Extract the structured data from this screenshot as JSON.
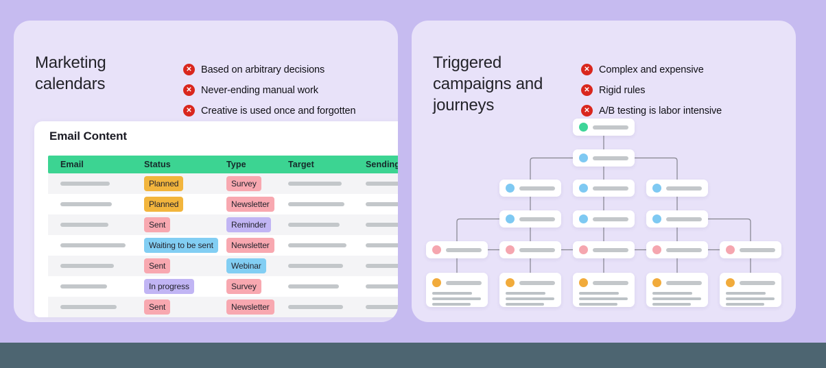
{
  "left_panel": {
    "title": "Marketing calendars",
    "pain_points": [
      "Based on arbitrary decisions",
      "Never-ending manual work",
      "Creative is used once and forgotten"
    ],
    "email_card": {
      "title": "Email Content",
      "columns": [
        "Email",
        "Status",
        "Type",
        "Target",
        "Sending"
      ],
      "rows": [
        {
          "status": "Planned",
          "status_color": "amber",
          "type": "Survey",
          "type_color": "pink"
        },
        {
          "status": "Planned",
          "status_color": "amber",
          "type": "Newsletter",
          "type_color": "pink"
        },
        {
          "status": "Sent",
          "status_color": "pink",
          "type": "Reminder",
          "type_color": "lavender"
        },
        {
          "status": "Waiting to be sent",
          "status_color": "blue",
          "type": "Newsletter",
          "type_color": "pink"
        },
        {
          "status": "Sent",
          "status_color": "pink",
          "type": "Webinar",
          "type_color": "blue"
        },
        {
          "status": "In progress",
          "status_color": "lavender",
          "type": "Survey",
          "type_color": "pink"
        },
        {
          "status": "Sent",
          "status_color": "pink",
          "type": "Newsletter",
          "type_color": "pink"
        }
      ]
    }
  },
  "right_panel": {
    "title": "Triggered campaigns and journeys",
    "pain_points": [
      "Complex and expensive",
      "Rigid rules",
      "A/B testing is labor intensive"
    ],
    "flowchart": {
      "description": "journey tree of placeholder step nodes",
      "levels": [
        {
          "nodes": [
            {
              "dot": "green",
              "col": 2
            }
          ]
        },
        {
          "nodes": [
            {
              "dot": "blue",
              "col": 2
            }
          ]
        },
        {
          "nodes": [
            {
              "dot": "blue",
              "col": 1
            },
            {
              "dot": "blue",
              "col": 2
            },
            {
              "dot": "blue",
              "col": 3
            }
          ]
        },
        {
          "nodes": [
            {
              "dot": "blue",
              "col": 1
            },
            {
              "dot": "blue",
              "col": 2
            },
            {
              "dot": "blue",
              "col": 3
            }
          ]
        },
        {
          "nodes": [
            {
              "dot": "pink",
              "col": 0
            },
            {
              "dot": "pink",
              "col": 1
            },
            {
              "dot": "pink",
              "col": 2
            },
            {
              "dot": "pink",
              "col": 3
            },
            {
              "dot": "pink",
              "col": 4
            }
          ]
        },
        {
          "nodes": [
            {
              "dot": "orange",
              "col": 0,
              "card": true
            },
            {
              "dot": "orange",
              "col": 1,
              "card": true
            },
            {
              "dot": "orange",
              "col": 2,
              "card": true
            },
            {
              "dot": "orange",
              "col": 3,
              "card": true
            },
            {
              "dot": "orange",
              "col": 4,
              "card": true
            }
          ]
        }
      ]
    }
  },
  "icons": {
    "pain_point": "x-circle-icon"
  },
  "colors": {
    "page_background": "#c6bbf0",
    "panel_background": "#e8e2f9",
    "bottom_strip": "#4d6571",
    "table_header_green": "#3cd492",
    "badge_amber": "#f2b53d",
    "badge_pink": "#f8a8b0",
    "badge_blue": "#82cef3",
    "badge_lavender": "#c1b5f4",
    "x_icon_red": "#d9271e",
    "dot_green": "#3ed598",
    "dot_blue": "#7ec9f2",
    "dot_pink": "#f5a6af",
    "dot_orange": "#f1ab3b"
  }
}
